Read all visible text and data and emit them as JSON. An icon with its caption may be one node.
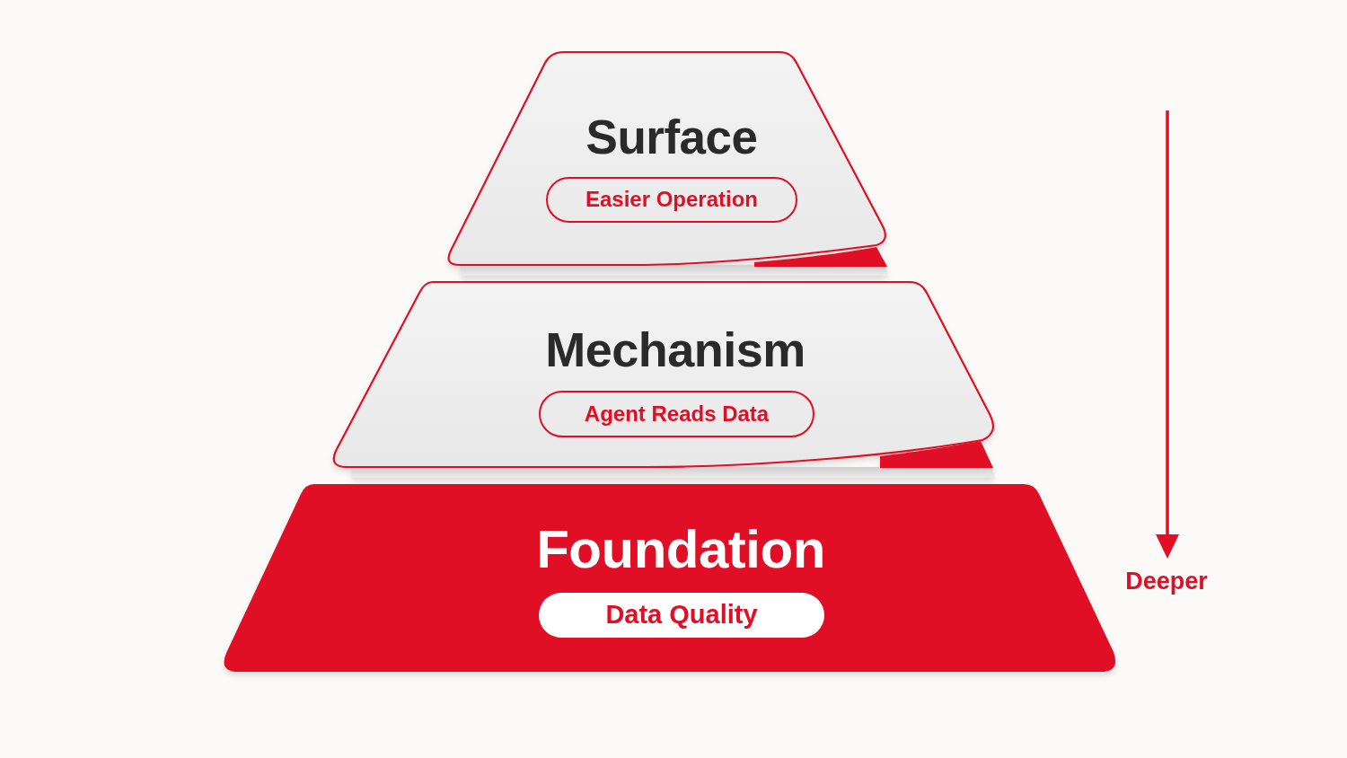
{
  "diagram": {
    "nodes": [
      {
        "text": [
          "Surface"
        ]
      },
      {
        "text": [
          "Easier Operation"
        ],
        "in": 0
      },
      {
        "text": [
          "Mechanism"
        ]
      },
      {
        "text": [
          "Agent Reads Data"
        ],
        "in": 2
      },
      {
        "text": [
          "Foundation"
        ]
      },
      {
        "text": [
          "Data Quality"
        ],
        "in": 4
      }
    ],
    "labels": [
      "Deeper"
    ]
  }
}
